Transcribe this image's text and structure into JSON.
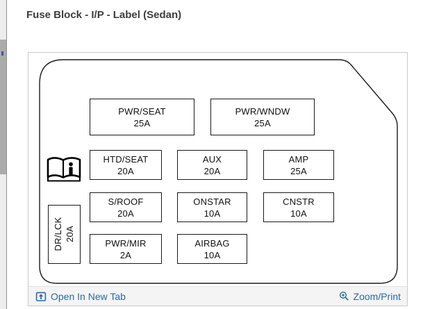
{
  "title": "Fuse Block - I/P - Label (Sedan)",
  "diagram": {
    "book_icon_meaning": "owner-manual-info-book-icon",
    "vertical_fuse": {
      "label": "DR/LCK",
      "amp": "20A"
    },
    "fuses": [
      {
        "label": "PWR/SEAT",
        "amp": "25A"
      },
      {
        "label": "PWR/WNDW",
        "amp": "25A"
      },
      {
        "label": "HTD/SEAT",
        "amp": "20A"
      },
      {
        "label": "AUX",
        "amp": "20A"
      },
      {
        "label": "AMP",
        "amp": "25A"
      },
      {
        "label": "S/ROOF",
        "amp": "20A"
      },
      {
        "label": "ONSTAR",
        "amp": "10A"
      },
      {
        "label": "CNSTR",
        "amp": "10A"
      },
      {
        "label": "PWR/MIR",
        "amp": "2A"
      },
      {
        "label": "AIRBAG",
        "amp": "10A"
      }
    ]
  },
  "footer": {
    "open_in_new_tab_label": "Open In New Tab",
    "zoom_print_label": "Zoom/Print"
  },
  "colors": {
    "link_blue": "#2a6aa8",
    "diagram_outline": "#1a1a1a",
    "footer_background": "#f4f4f4",
    "panel_border": "#c9c9c9"
  }
}
